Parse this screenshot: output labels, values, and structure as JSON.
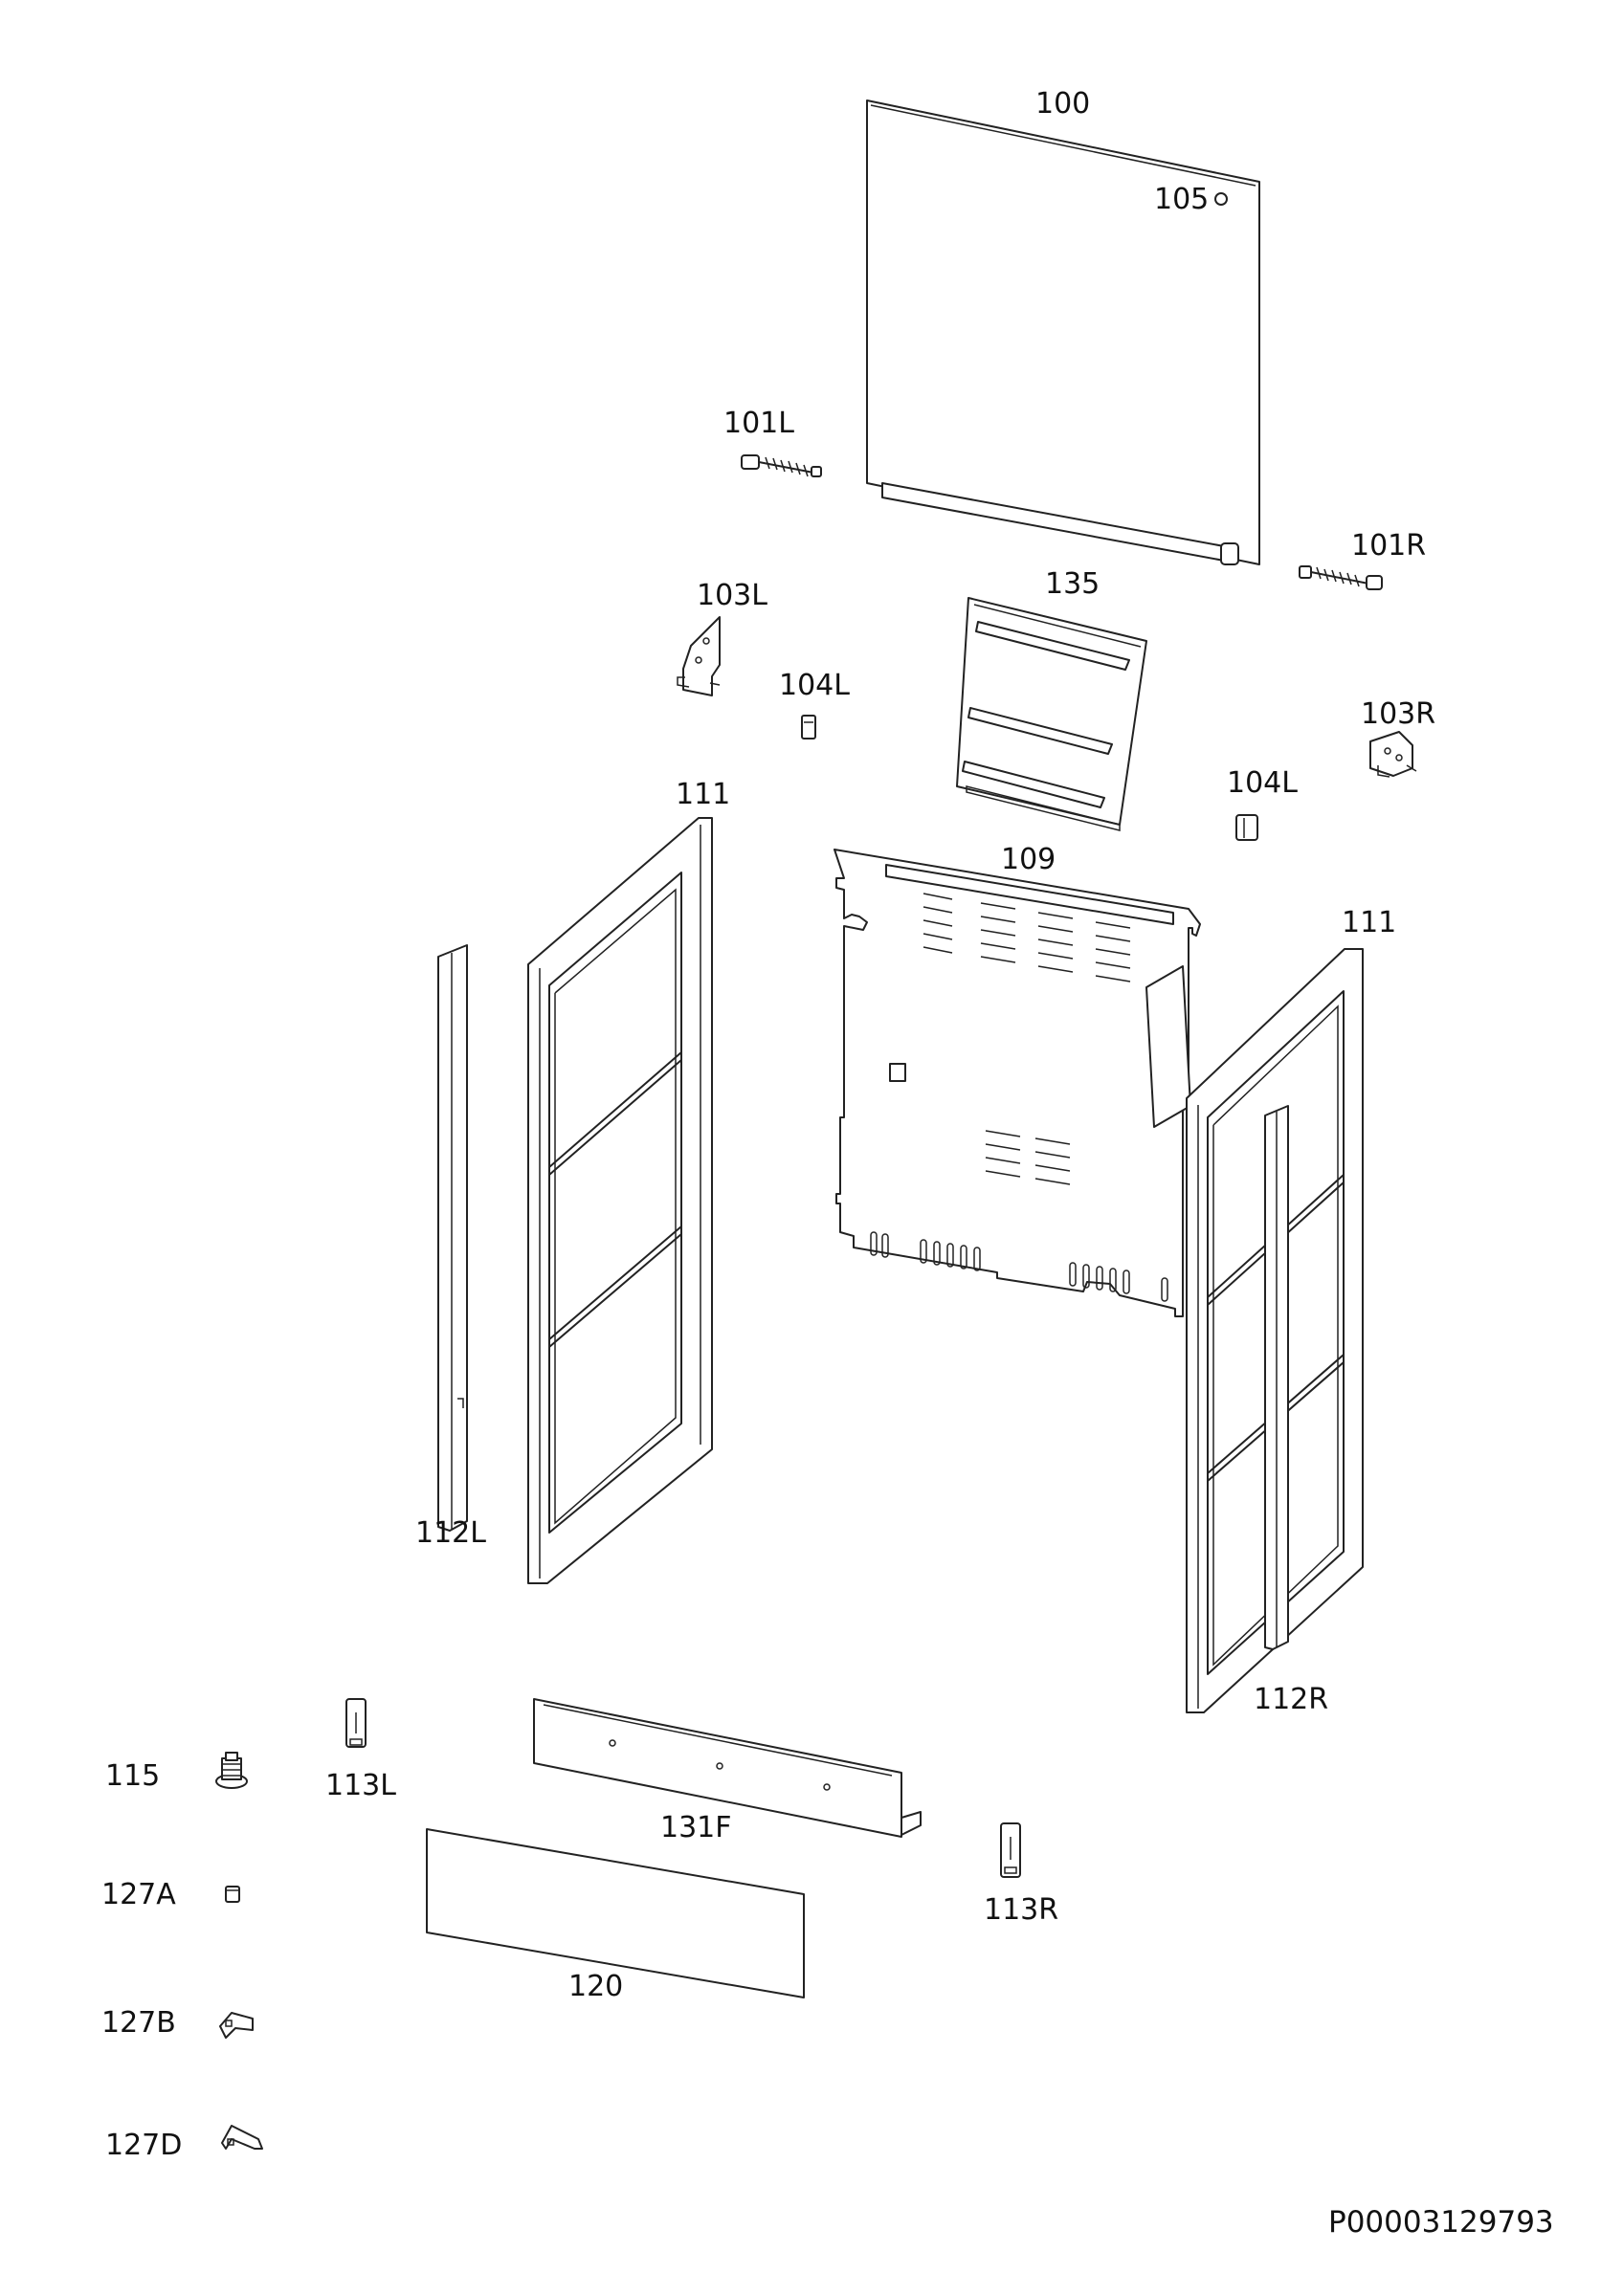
{
  "document_code": "P00003129793",
  "labels": {
    "l100": "100",
    "l105": "105",
    "l101L": "101L",
    "l101R": "101R",
    "l103L": "103L",
    "l135": "135",
    "l104L_a": "104L",
    "l103R": "103R",
    "l104L_b": "104L",
    "l111_a": "111",
    "l109": "109",
    "l111_b": "111",
    "l112L": "112L",
    "l112R": "112R",
    "l115": "115",
    "l113L": "113L",
    "l131F": "131F",
    "l127A": "127A",
    "l113R": "113R",
    "l120": "120",
    "l127B": "127B",
    "l127D": "127D"
  },
  "colors": {
    "line": "#222222",
    "text": "#111111",
    "background": "#ffffff"
  }
}
